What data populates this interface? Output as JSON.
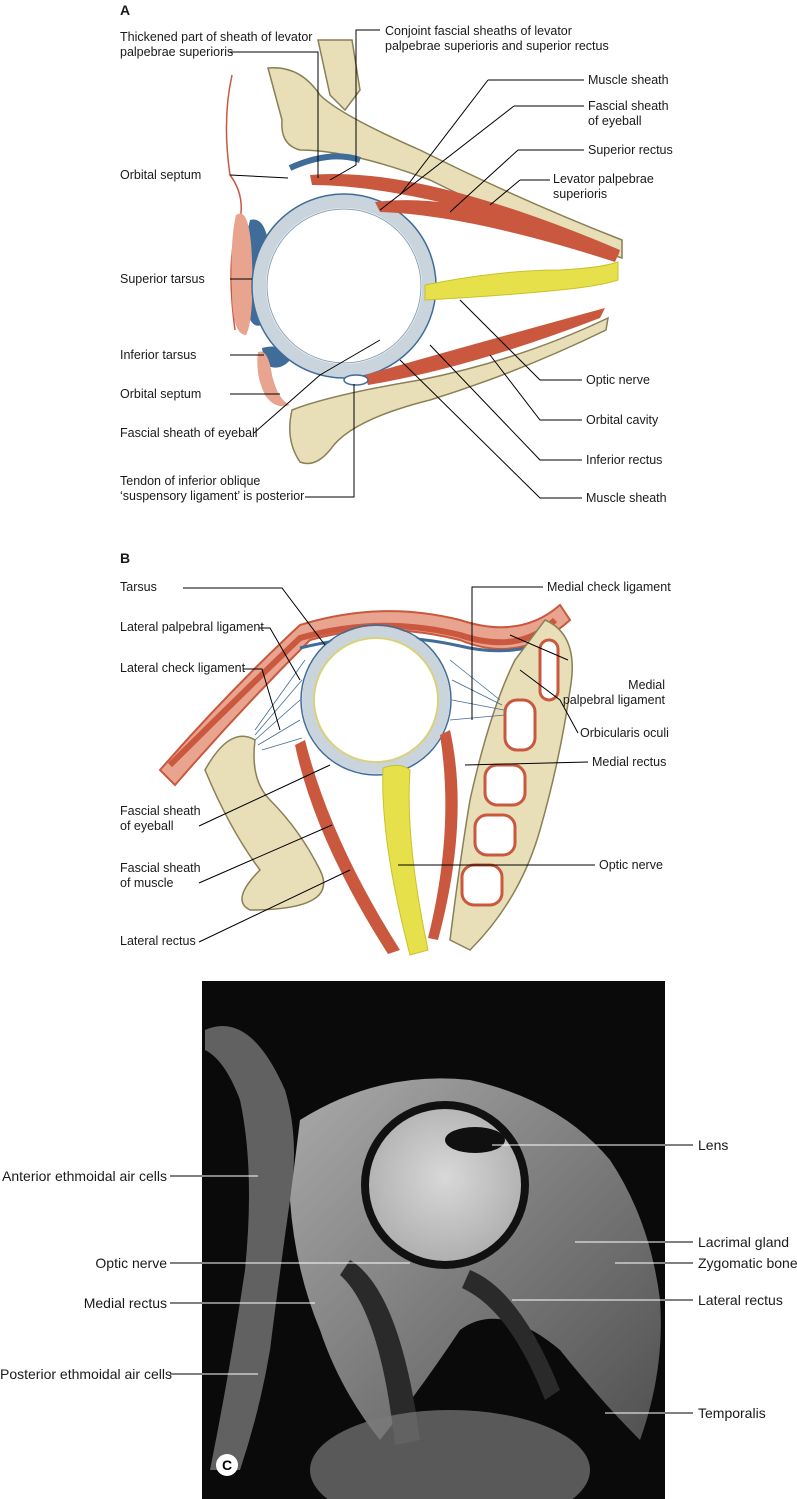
{
  "panels": {
    "a": {
      "letter": "A",
      "labels": {
        "thickened_sheath": "Thickened part of sheath of levator\npalpebrae superioris",
        "conjoint_sheaths": "Conjoint fascial sheaths of levator\npalpebrae superioris and superior rectus",
        "muscle_sheath_top": "Muscle sheath",
        "fascial_sheath_eyeball_top": "Fascial sheath\nof eyeball",
        "superior_rectus": "Superior rectus",
        "levator": "Levator palpebrae\nsuperioris",
        "orbital_septum_top": "Orbital septum",
        "superior_tarsus": "Superior tarsus",
        "inferior_tarsus": "Inferior tarsus",
        "orbital_septum_bottom": "Orbital septum",
        "fascial_sheath_eyeball_bottom": "Fascial sheath of eyeball",
        "tendon_inferior_oblique": "Tendon of inferior oblique\n‘suspensory ligament’ is posterior",
        "optic_nerve": "Optic nerve",
        "orbital_cavity": "Orbital cavity",
        "inferior_rectus": "Inferior rectus",
        "muscle_sheath_bottom": "Muscle sheath"
      }
    },
    "b": {
      "letter": "B",
      "labels": {
        "tarsus": "Tarsus",
        "lateral_palpebral_ligament": "Lateral palpebral ligament",
        "lateral_check_ligament": "Lateral check ligament",
        "fascial_sheath_eyeball": "Fascial sheath\nof eyeball",
        "fascial_sheath_muscle": "Fascial sheath\nof muscle",
        "lateral_rectus": "Lateral rectus",
        "medial_check_ligament": "Medial check ligament",
        "medial_palpebral_ligament": "Medial\npalpebral ligament",
        "orbicularis_oculi": "Orbicularis oculi",
        "medial_rectus": "Medial rectus",
        "optic_nerve": "Optic nerve"
      }
    },
    "c": {
      "letter": "C",
      "labels": {
        "lens": "Lens",
        "anterior_ethmoidal": "Anterior ethmoidal air cells",
        "lacrimal_gland": "Lacrimal gland",
        "optic_nerve": "Optic nerve",
        "zygomatic_bone": "Zygomatic bone",
        "medial_rectus": "Medial rectus",
        "lateral_rectus": "Lateral rectus",
        "posterior_ethmoidal": "Posterior ethmoidal air cells",
        "temporalis": "Temporalis"
      }
    }
  },
  "colors": {
    "bone": "#e8dfb8",
    "bone_outline": "#8a7f55",
    "muscle": "#c9583e",
    "muscle_light": "#e9a48f",
    "sheath": "#3f6c98",
    "sclera": "#d9e3ea",
    "nerve": "#e6e04a",
    "mri_bg": "#0a0a0a"
  }
}
